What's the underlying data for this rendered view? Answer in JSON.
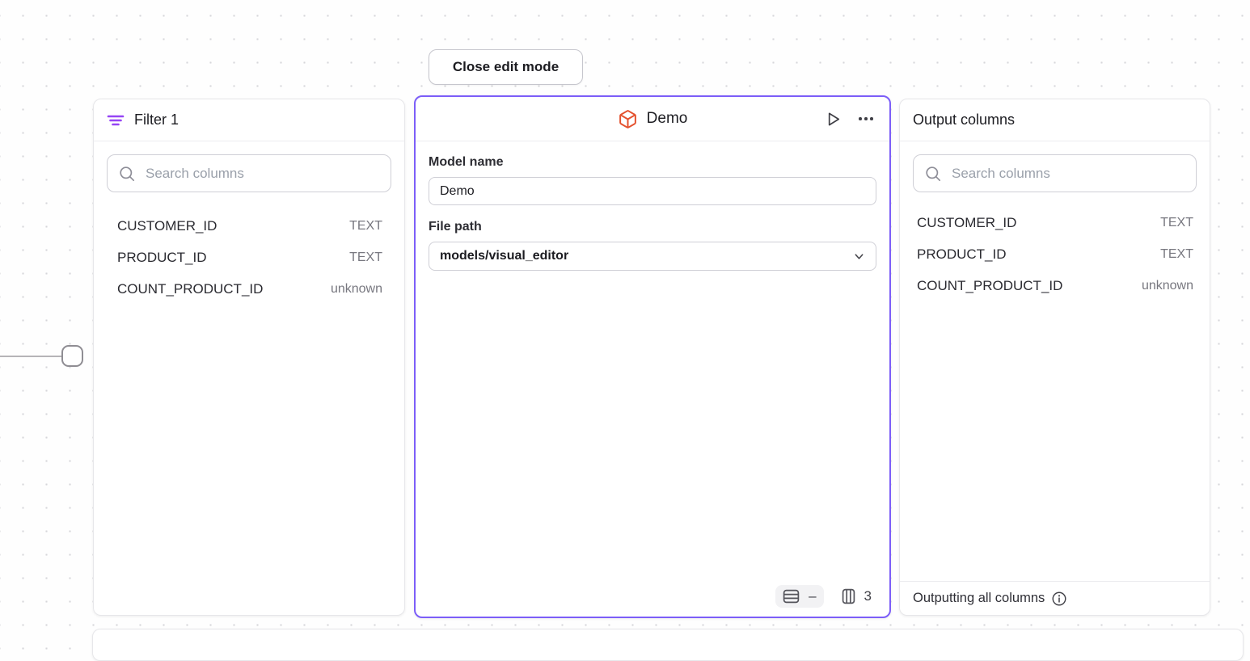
{
  "toolbar": {
    "close_edit_mode": "Close edit mode"
  },
  "filter_panel": {
    "title": "Filter 1",
    "search": {
      "placeholder": "Search columns"
    },
    "columns": [
      {
        "name": "CUSTOMER_ID",
        "type": "TEXT"
      },
      {
        "name": "PRODUCT_ID",
        "type": "TEXT"
      },
      {
        "name": "COUNT_PRODUCT_ID",
        "type": "unknown"
      }
    ]
  },
  "model_panel": {
    "title": "Demo",
    "fields": {
      "model_name_label": "Model name",
      "model_name_value": "Demo",
      "file_path_label": "File path",
      "file_path_value": "models/visual_editor"
    },
    "status_bar": {
      "row_count": "–",
      "column_count": "3"
    }
  },
  "output_panel": {
    "title": "Output columns",
    "search": {
      "placeholder": "Search columns"
    },
    "columns": [
      {
        "name": "CUSTOMER_ID",
        "type": "TEXT"
      },
      {
        "name": "PRODUCT_ID",
        "type": "TEXT"
      },
      {
        "name": "COUNT_PRODUCT_ID",
        "type": "unknown"
      }
    ],
    "footer_text": "Outputting all columns"
  },
  "colors": {
    "selection_accent": "#7c5ef8",
    "filter_icon": "#9645f5",
    "model_icon": "#e4512e"
  }
}
